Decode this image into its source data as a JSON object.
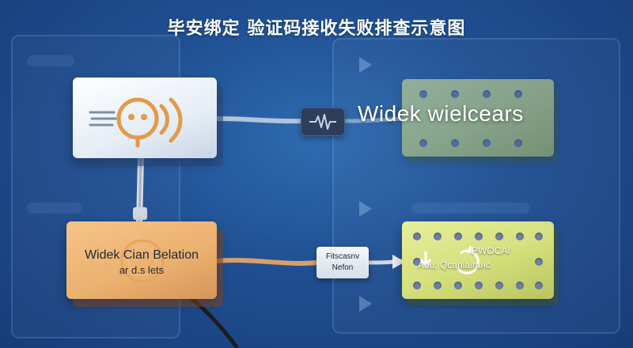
{
  "title": "毕安绑定 验证码接收失败排查示意图",
  "nodes": {
    "top_box": {
      "icon": "face-signal-icon"
    },
    "bottom_box": {
      "label": "Widek Cian Belation",
      "sublabel": "ar d.s lets"
    },
    "top_board": {
      "label": "Widek wielcears"
    },
    "bottom_board": {
      "title": "PWOCAI",
      "caption": "Aou; Qcanlairaнc"
    }
  },
  "connectors": {
    "signal_chip": {
      "icon": "waveform-icon"
    },
    "label_chip": {
      "line1": "Fitscasnv",
      "line2": "Nefon"
    }
  },
  "colors": {
    "background": "#1f4f92",
    "top_box": "#eef2f8",
    "bottom_box": "#eab06e",
    "board": "#d4df7c",
    "icon_orange": "#e39a4a"
  }
}
